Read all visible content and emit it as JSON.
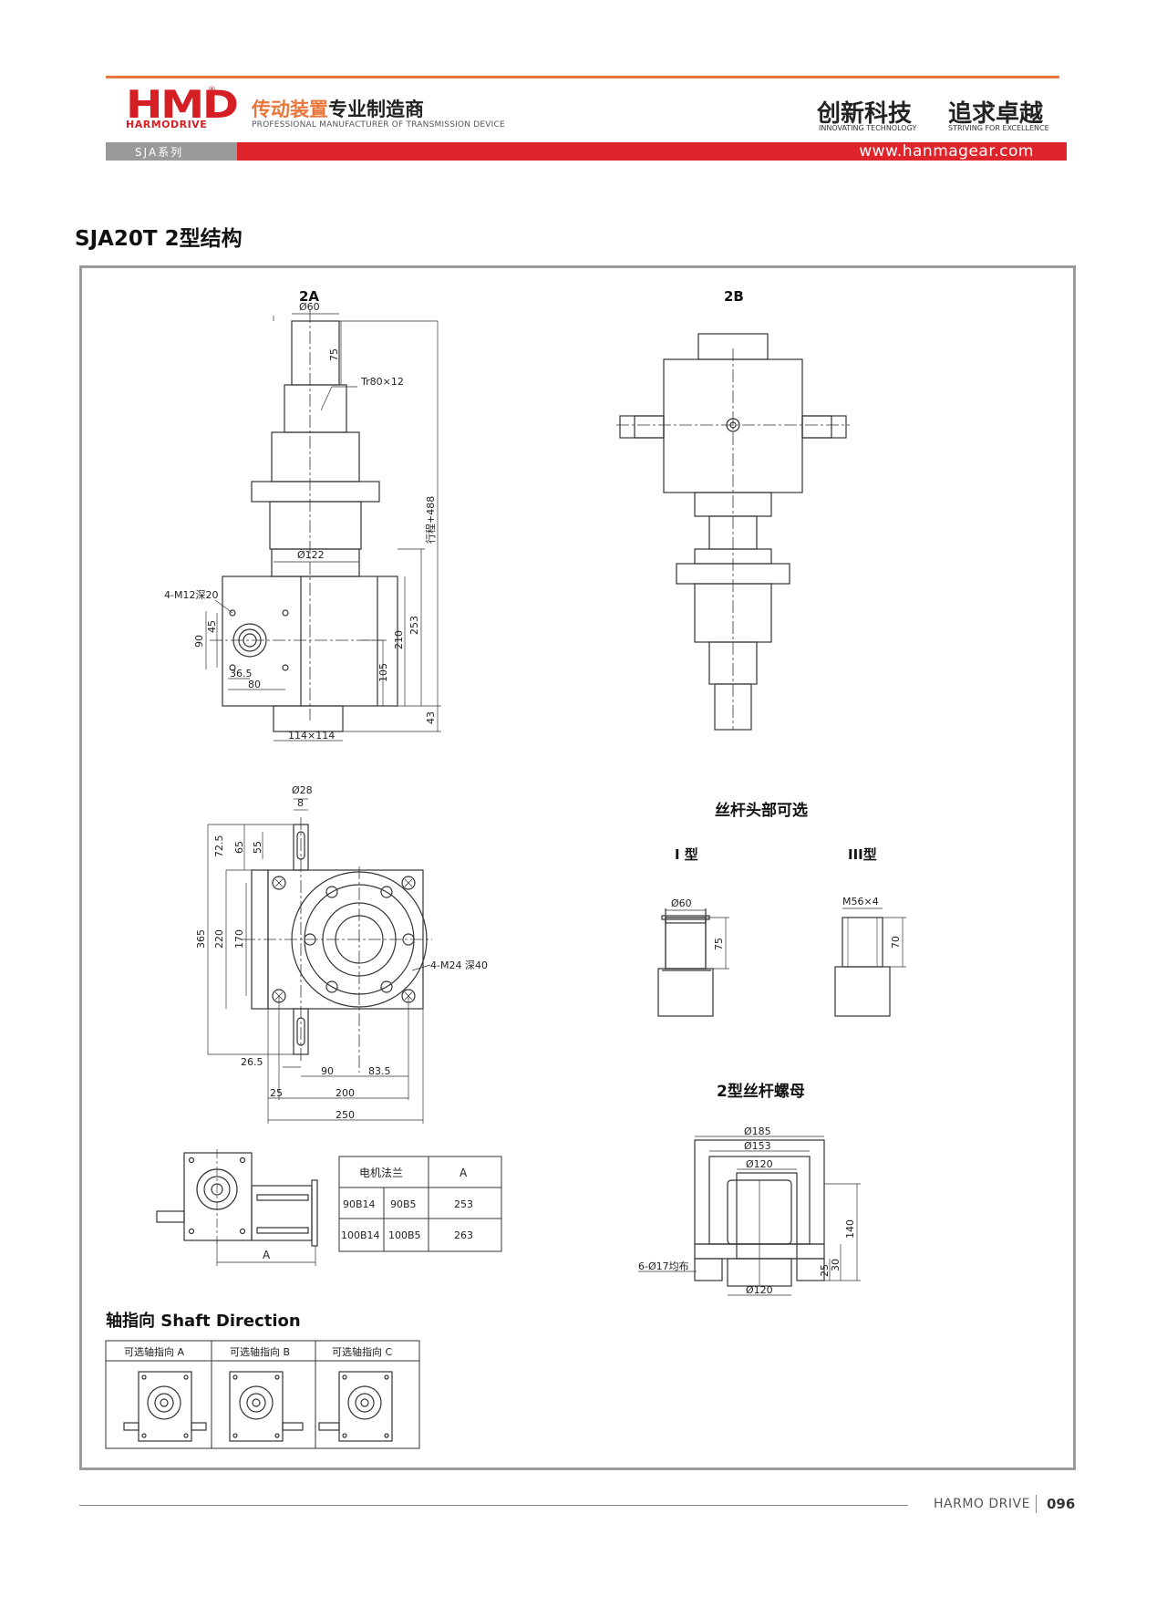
{
  "header": {
    "logo_main": "HMD",
    "logo_sub": "HARMODRIVE",
    "logo_reg": "®",
    "tagline_cn_orange": "传动装置",
    "tagline_cn_black": "专业制造商",
    "tagline_en": "PROFESSIONAL MANUFACTURER OF TRANSMISSION DEVICE",
    "slogan1_cn": "创新科技",
    "slogan1_en": "INNOVATING TECHNOLOGY",
    "slogan2_cn": "追求卓越",
    "slogan2_en": "STRIVING FOR EXCELLENCE",
    "series": "SJA系列",
    "website": "www.hanmagear.com",
    "colors": {
      "accent_orange": "#e8763b",
      "brand_red": "#e0242b",
      "bar_grey": "#9a9a9a"
    }
  },
  "page_title": "SJA20T 2型结构",
  "drawing": {
    "view_2a": {
      "label": "2A",
      "dims": {
        "d60": "Ø60",
        "d75": "75",
        "thread": "Tr80×12",
        "stroke": "行程+488",
        "d122": "Ø122",
        "holes": "4-M12深20",
        "d45": "45",
        "d90": "90",
        "d210": "210",
        "d253": "253",
        "d105": "105",
        "d36_5": "36.5",
        "d80": "80",
        "d43": "43",
        "sq114": "114×114"
      }
    },
    "view_2b": {
      "label": "2B"
    },
    "front_view": {
      "dims": {
        "d28": "Ø28",
        "d8": "8",
        "d72_5": "72.5",
        "d65": "65",
        "d55": "55",
        "d365": "365",
        "d220": "220",
        "d170": "170",
        "holes": "4-M24 深40",
        "d26_5": "26.5",
        "d90": "90",
        "d83_5": "83.5",
        "d25": "25",
        "d200": "200",
        "d250": "250"
      }
    },
    "screw_head": {
      "title": "丝杆头部可选",
      "type1": "I 型",
      "type1_d": "Ø60",
      "type1_l": "75",
      "type3": "III型",
      "type3_d": "M56×4",
      "type3_l": "70"
    },
    "nut": {
      "title": "2型丝杆螺母",
      "d185": "Ø185",
      "d153": "Ø153",
      "d120_top": "Ø120",
      "d120_bot": "Ø120",
      "h140": "140",
      "h30": "30",
      "h25": "25",
      "holes": "6-Ø17均布"
    },
    "motor": {
      "dim_a": "A",
      "table": {
        "header_flange": "电机法兰",
        "header_a": "A",
        "rows": [
          {
            "c1": "90B14",
            "c2": "90B5",
            "a": "253"
          },
          {
            "c1": "100B14",
            "c2": "100B5",
            "a": "263"
          }
        ]
      }
    },
    "shaft_direction": {
      "title": "轴指向 Shaft Direction",
      "options": [
        "可选轴指向 A",
        "可选轴指向 B",
        "可选轴指向 C"
      ]
    }
  },
  "footer": {
    "brand": "HARMO DRIVE",
    "page": "096"
  }
}
